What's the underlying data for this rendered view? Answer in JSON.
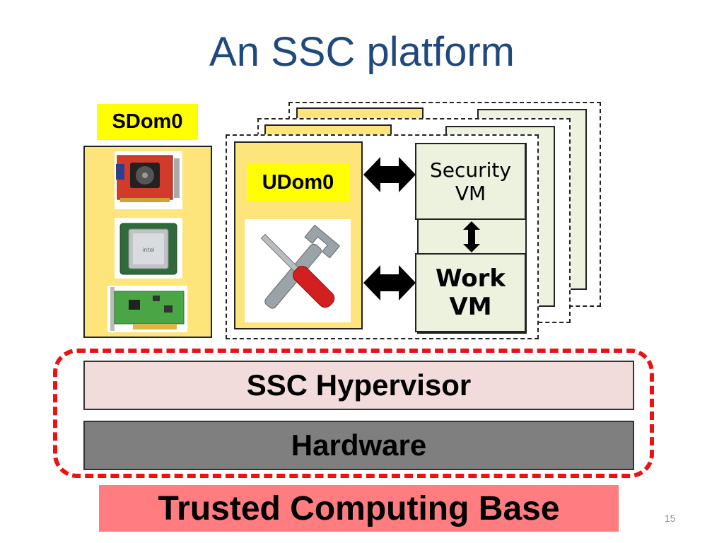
{
  "title": "An SSC platform",
  "labels": {
    "sdom0": "SDom0",
    "udom0": "UDom0",
    "security_vm_line1": "Security",
    "security_vm_line2": "VM",
    "work_vm_line1": "Work",
    "work_vm_line2": "VM",
    "hypervisor": "SSC Hypervisor",
    "hardware": "Hardware",
    "tcb": "Trusted Computing Base"
  },
  "slide_number": "15",
  "colors": {
    "title": "#1f497d",
    "dom_yellow": "#fde47b",
    "label_highlight": "#ffff00",
    "vm_green": "#edf2df",
    "hypervisor_pink": "#f2dcdb",
    "hardware_gray": "#7f7f7f",
    "tcb_red": "#ff7c80",
    "tcb_border": "#ee1111"
  },
  "icons": [
    "graphics-card-icon",
    "cpu-chip-icon",
    "network-card-icon",
    "tools-icon",
    "double-arrow-icon"
  ]
}
